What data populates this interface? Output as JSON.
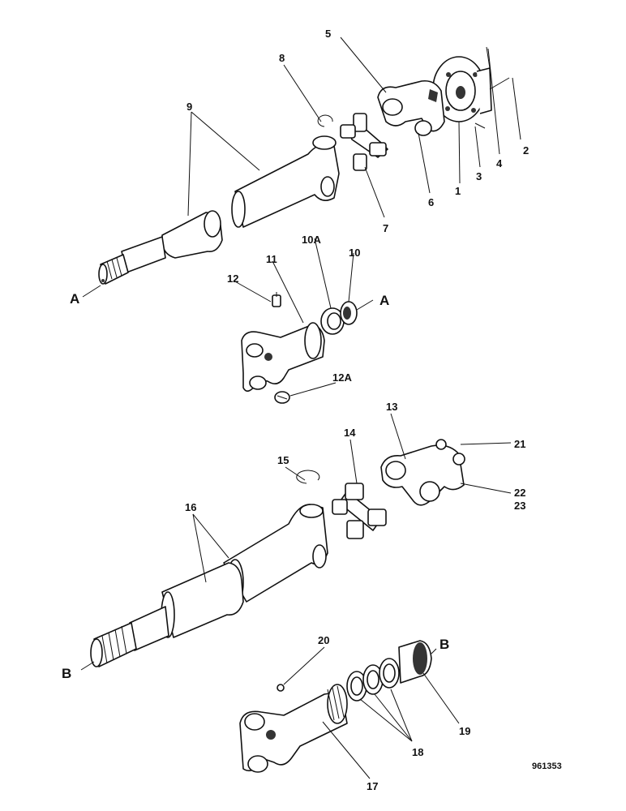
{
  "figure": {
    "ref_number": "961353",
    "connector_labels": {
      "a_top": "A",
      "a_mid": "A",
      "b_left": "B",
      "b_right": "B"
    },
    "callouts": {
      "c1": "1",
      "c2": "2",
      "c3": "3",
      "c4": "4",
      "c5": "5",
      "c6": "6",
      "c7": "7",
      "c8": "8",
      "c9": "9",
      "c10": "10",
      "c10a": "10A",
      "c11": "11",
      "c12": "12",
      "c12a": "12A",
      "c13": "13",
      "c14": "14",
      "c15": "15",
      "c16": "16",
      "c17": "17",
      "c18": "18",
      "c19": "19",
      "c20": "20",
      "c21": "21",
      "c22": "22",
      "c23": "23"
    }
  }
}
